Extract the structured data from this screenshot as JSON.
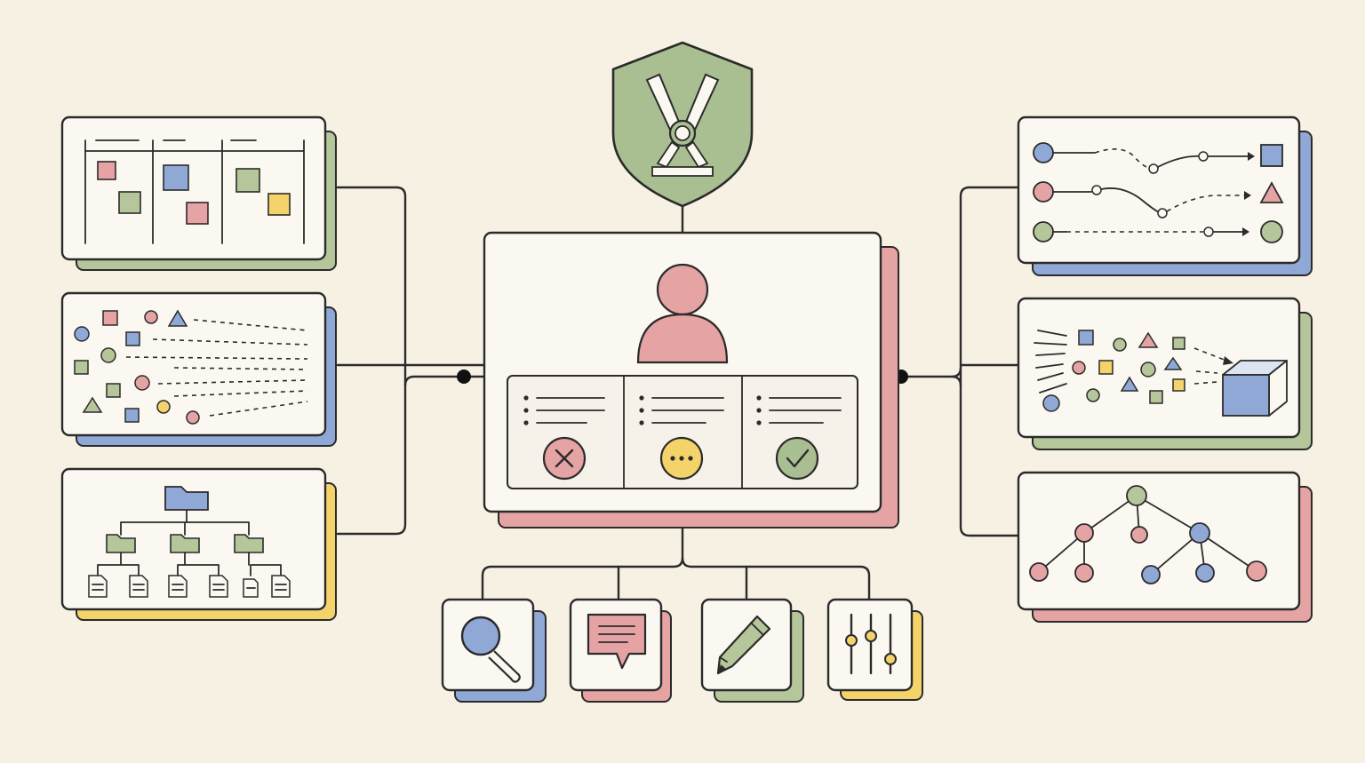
{
  "colors": {
    "background": "#f7f1e4",
    "card": "#fbf8f1",
    "ink": "#2b2b2b",
    "red": "#e5a3a3",
    "blue": "#8fa8d6",
    "green": "#b4c69a",
    "yellow": "#f4d46a",
    "shield": "#a9bf92"
  },
  "nodes": {
    "guardrail": {
      "icon": "safety-harness-shield-icon"
    },
    "center": {
      "icon": "user-avatar-icon",
      "review_columns": [
        {
          "status": "rejected",
          "icon": "x-circle-icon"
        },
        {
          "status": "pending",
          "icon": "ellipsis-circle-icon"
        },
        {
          "status": "approved",
          "icon": "check-circle-icon"
        }
      ]
    },
    "left": [
      {
        "id": "kanban-board",
        "icon": "kanban-board-icon",
        "shadow": "green"
      },
      {
        "id": "scattered-shapes",
        "icon": "scattered-shapes-icon",
        "shadow": "blue"
      },
      {
        "id": "folder-tree",
        "icon": "folder-tree-icon",
        "shadow": "yellow"
      }
    ],
    "right": [
      {
        "id": "path-flows",
        "icon": "path-flows-icon",
        "shadow": "blue"
      },
      {
        "id": "shapes-into-cube",
        "icon": "shapes-into-cube-icon",
        "shadow": "green"
      },
      {
        "id": "node-tree",
        "icon": "node-tree-icon",
        "shadow": "red"
      }
    ],
    "tools": [
      {
        "id": "search",
        "icon": "magnifier-icon",
        "shadow": "blue"
      },
      {
        "id": "chat",
        "icon": "chat-bubble-icon",
        "shadow": "red"
      },
      {
        "id": "edit",
        "icon": "pencil-icon",
        "shadow": "green"
      },
      {
        "id": "settings",
        "icon": "sliders-icon",
        "shadow": "yellow"
      }
    ]
  }
}
